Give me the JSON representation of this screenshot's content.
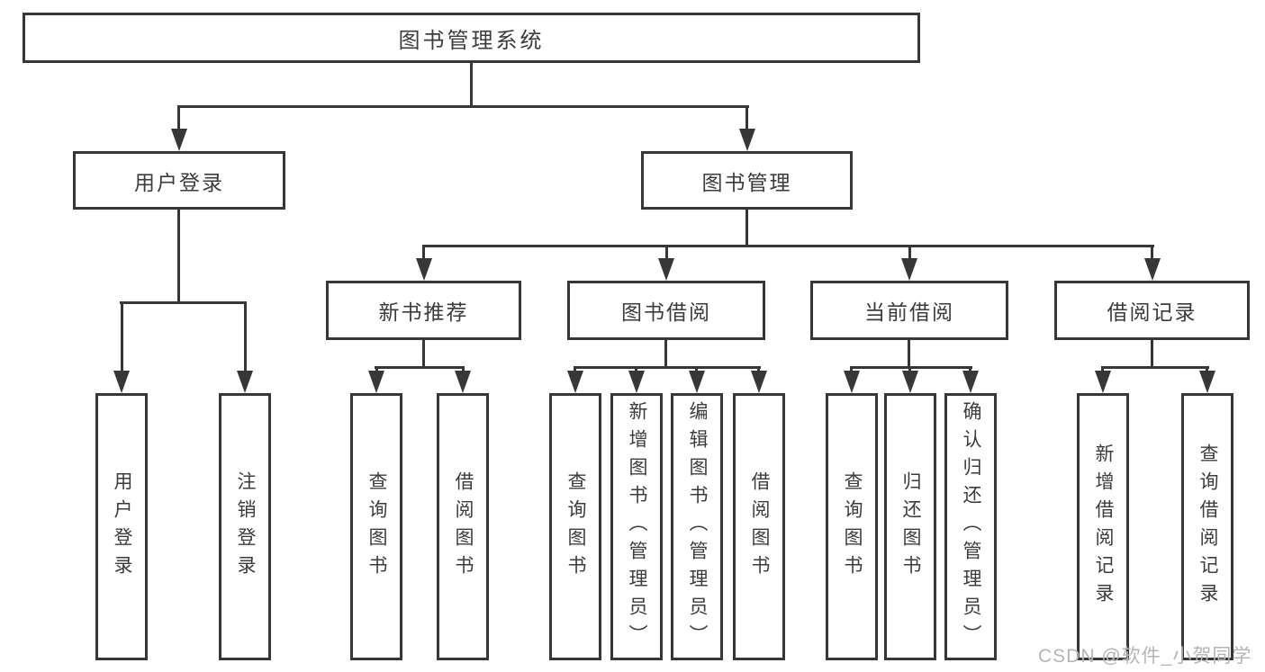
{
  "diagram": {
    "root": {
      "label": "图书管理系统",
      "children": [
        {
          "label": "用户登录",
          "children": [
            {
              "label": "用户登录"
            },
            {
              "label": "注销登录"
            }
          ]
        },
        {
          "label": "图书管理",
          "children": [
            {
              "label": "新书推荐",
              "children": [
                {
                  "label": "查询图书"
                },
                {
                  "label": "借阅图书"
                }
              ]
            },
            {
              "label": "图书借阅",
              "children": [
                {
                  "label": "查询图书"
                },
                {
                  "label": "新增图书（管理员）"
                },
                {
                  "label": "编辑图书（管理员）"
                },
                {
                  "label": "借阅图书"
                }
              ]
            },
            {
              "label": "当前借阅",
              "children": [
                {
                  "label": "查询图书"
                },
                {
                  "label": "归还图书"
                },
                {
                  "label": "确认归还（管理员）"
                }
              ]
            },
            {
              "label": "借阅记录",
              "children": [
                {
                  "label": "新增借阅记录"
                },
                {
                  "label": "查询借阅记录"
                }
              ]
            }
          ]
        }
      ]
    }
  },
  "watermark": {
    "text": "CSDN @软件_小贺同学"
  },
  "colors": {
    "line": "#373737",
    "text": "#3c3c3c",
    "box_fill": "#ffffff",
    "background": "#ffffff",
    "watermark": "#b5b5b5"
  }
}
